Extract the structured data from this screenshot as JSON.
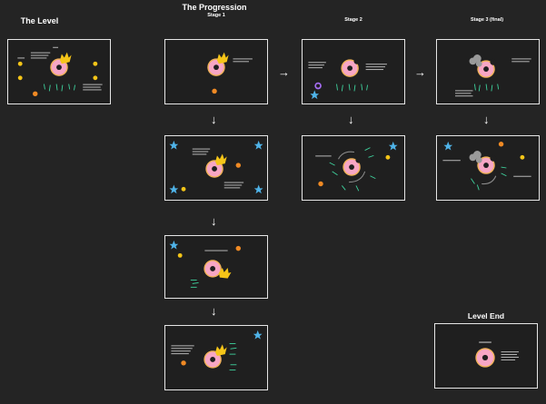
{
  "headers": {
    "level": "The Level",
    "progression": "The Progression",
    "stage1": "Stage 1",
    "stage2": "Stage 2",
    "stage3": "Stage 3 (final)",
    "level_end": "Level End"
  },
  "colors": {
    "background": "#242424",
    "frame_border": "#e6e6e6",
    "frame_fill": "#1f1f1f",
    "donut_dough": "#f0b25a",
    "donut_frosting": "#f7a6c5",
    "sprinkle_green": "#3fd6a0",
    "star_blue": "#4fb3e8",
    "crown_yellow": "#f5c518",
    "smoke_gray": "#9a9a9a"
  },
  "arrows": {
    "down": "↓",
    "right": "→"
  }
}
